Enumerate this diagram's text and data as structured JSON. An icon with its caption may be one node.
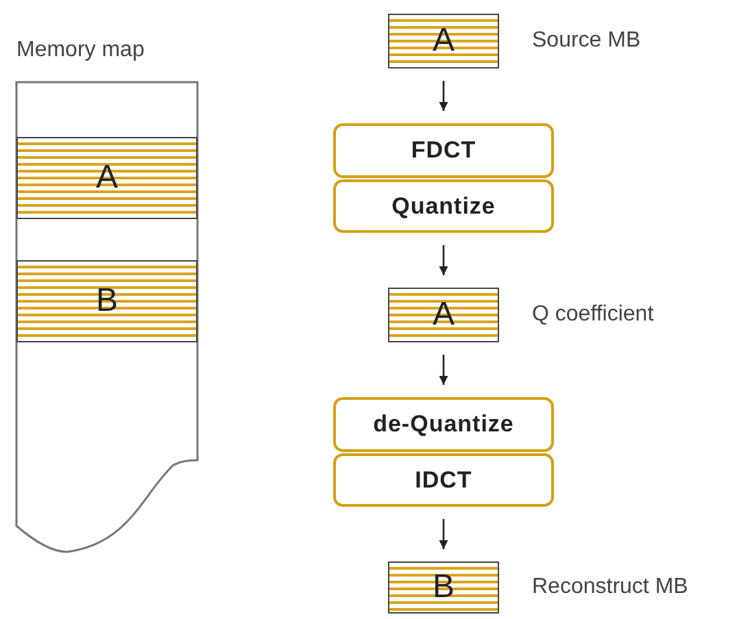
{
  "diagram": {
    "nodes": [
      {
        "text": [
          "Memory map"
        ]
      },
      {
        "text": [
          "A"
        ],
        "in": 0
      },
      {
        "text": [
          "B"
        ],
        "in": 0
      },
      {
        "text": [
          "A"
        ],
        "beside": [
          "Source MB"
        ]
      },
      {
        "text": [
          "FDCT"
        ]
      },
      {
        "text": [
          "Quantize"
        ]
      },
      {
        "text": [
          "A"
        ],
        "beside": [
          "Q coefficient"
        ]
      },
      {
        "text": [
          "de-Quantize"
        ]
      },
      {
        "text": [
          "IDCT"
        ]
      },
      {
        "text": [
          "B"
        ],
        "beside": [
          "Reconstruct MB"
        ]
      }
    ],
    "edges": [
      {
        "from": 3,
        "to": 4,
        "arrow": "to"
      },
      {
        "from": 5,
        "to": 6,
        "arrow": "to"
      },
      {
        "from": 6,
        "to": 7,
        "arrow": "to"
      },
      {
        "from": 8,
        "to": 9,
        "arrow": "to"
      }
    ]
  }
}
